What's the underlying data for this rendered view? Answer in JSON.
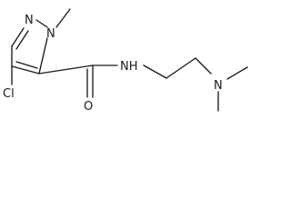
{
  "structure": {
    "atoms": {
      "n_ring": "N",
      "n_methyl": "N",
      "cl": "Cl",
      "carbonyl_o": "O",
      "amide_nh": "NH",
      "amine_n": "N"
    }
  }
}
